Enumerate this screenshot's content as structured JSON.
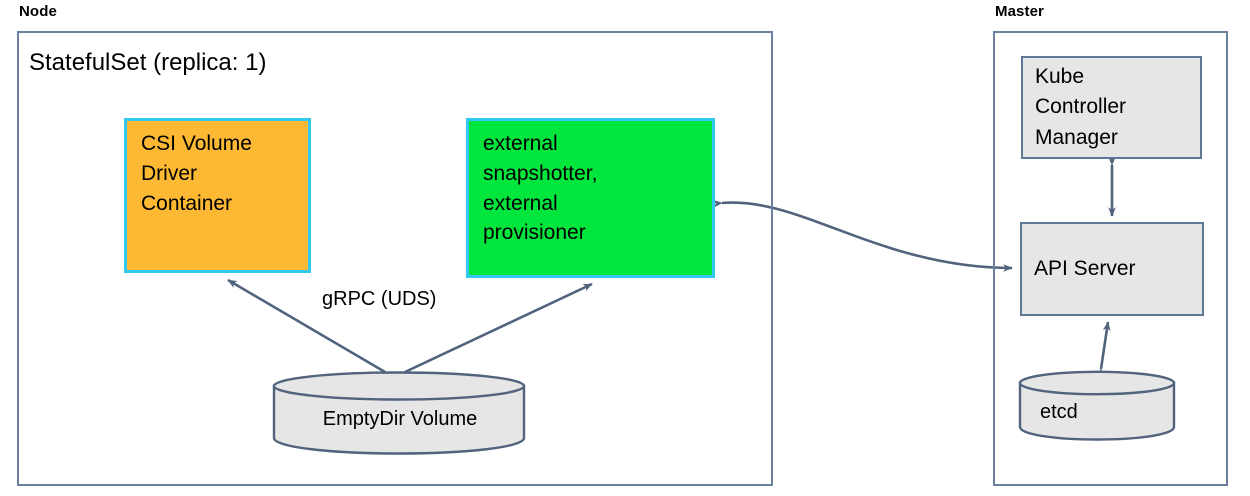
{
  "diagram": {
    "title_node": "Node",
    "title_master": "Master",
    "statefulset_title": "StatefulSet (replica: 1)",
    "colors": {
      "csi_fill": "#fdb933",
      "external_fill": "#00e63c",
      "proc_border": "#32c8f0",
      "group_border": "#6b7f9e",
      "grey_fill": "#e6e6e6",
      "grey_border": "#5f7799",
      "arrow": "#51637d"
    }
  },
  "node_group": {
    "label": "Node",
    "statefulset": {
      "title": "StatefulSet (replica: 1)"
    },
    "csi_container": {
      "lines": [
        "CSI Volume",
        "Driver",
        "Container"
      ],
      "fill": "#fdb933"
    },
    "external_container": {
      "lines": [
        "external",
        "snapshotter,",
        "external",
        "provisioner"
      ],
      "fill": "#00e63c"
    },
    "emptydir_volume": {
      "label": "EmptyDir Volume"
    },
    "grpc_edge": {
      "label": "gRPC (UDS)"
    }
  },
  "master_group": {
    "label": "Master",
    "kube_controller_manager": {
      "lines": [
        "Kube",
        "Controller",
        "Manager"
      ]
    },
    "api_server": {
      "label": "API Server"
    },
    "etcd": {
      "label": "etcd"
    }
  }
}
